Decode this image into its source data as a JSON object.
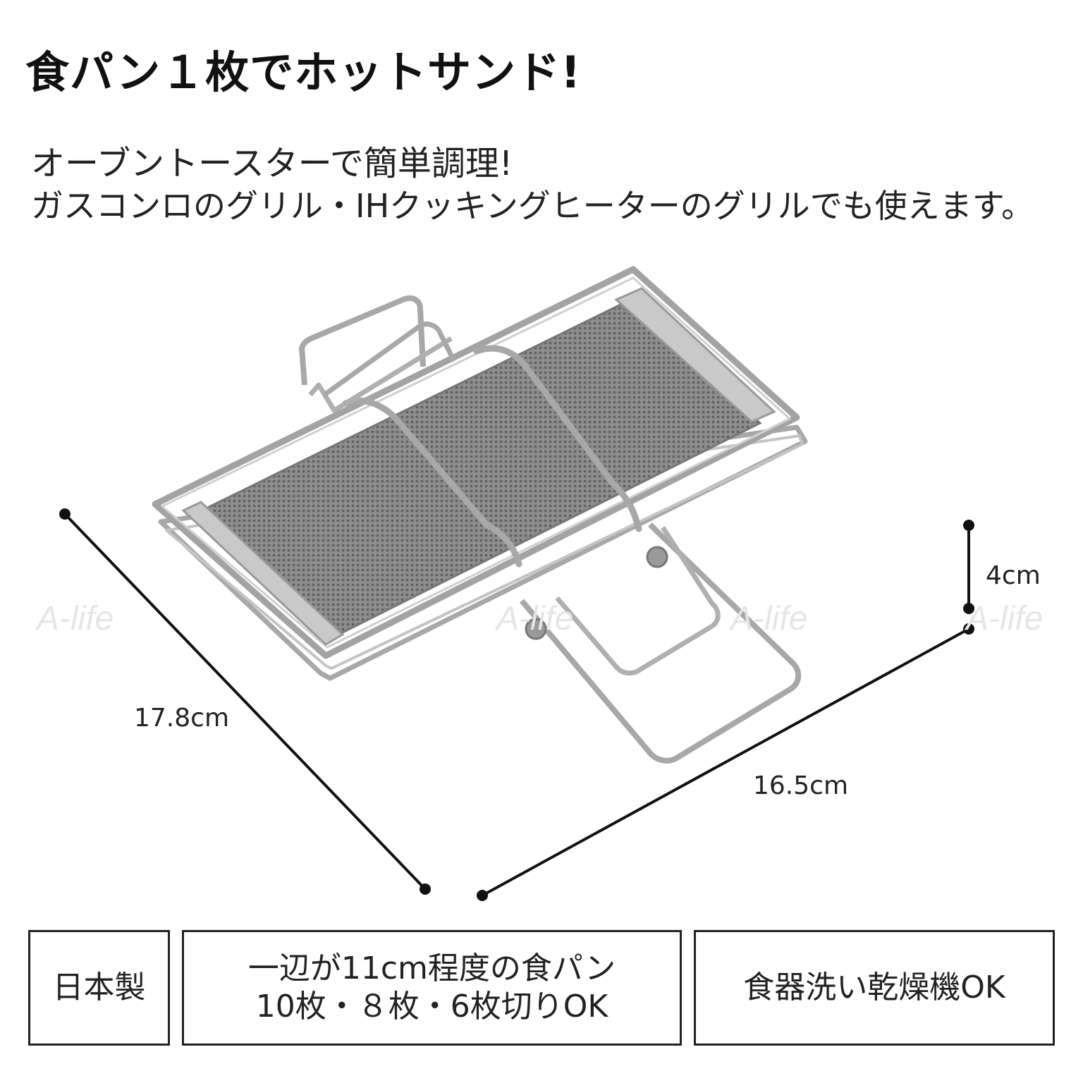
{
  "headline": "食パン１枚でホットサンド!",
  "sub_lines": [
    "オーブントースターで簡単調理!",
    "ガスコンロのグリル・IHクッキングヒーターのグリルでも使えます。"
  ],
  "dimensions": {
    "depth": "17.8cm",
    "width": "16.5cm",
    "height": "4cm"
  },
  "watermark": "A-life",
  "features": [
    {
      "lines": [
        "日本製"
      ]
    },
    {
      "lines": [
        "一辺が11cm程度の食パン",
        "10枚・８枚・6枚切りOK"
      ]
    },
    {
      "lines": [
        "食器洗い乾燥機OK"
      ]
    }
  ],
  "colors": {
    "line": "#111111",
    "metal": "#9a9a9a",
    "mesh": "#7d7d7d"
  },
  "icons": [
    "hot-sand-grill-illustration",
    "dimension-point-icon"
  ]
}
